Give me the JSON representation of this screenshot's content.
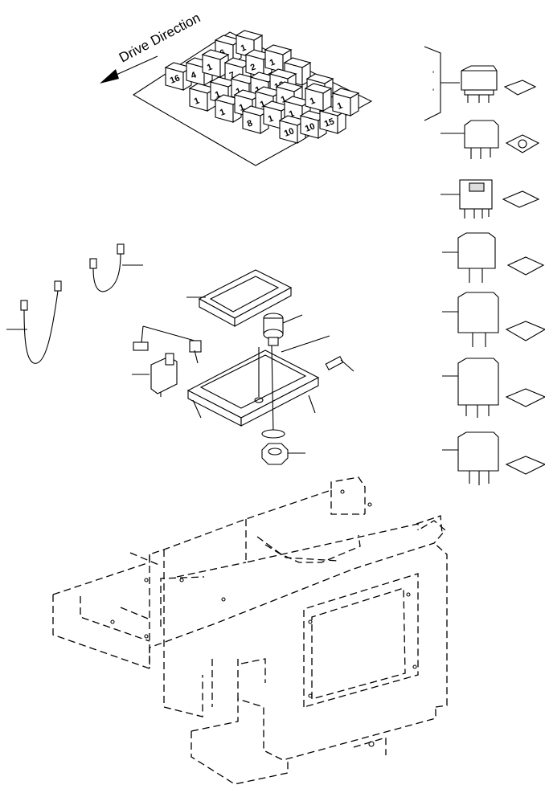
{
  "drive_direction_label": "Drive Direction",
  "relay_position_numbers": [
    "6",
    "1",
    "16",
    "4",
    "1",
    "7",
    "2",
    "1",
    "1",
    "1",
    "1",
    "1",
    "1",
    "10",
    "1",
    "1",
    "1",
    "1",
    "1",
    "8",
    "1",
    "1",
    "10",
    "10",
    "15",
    "1",
    "1"
  ],
  "callouts": {
    "bracket_ticks": [
      "'",
      "'"
    ]
  }
}
